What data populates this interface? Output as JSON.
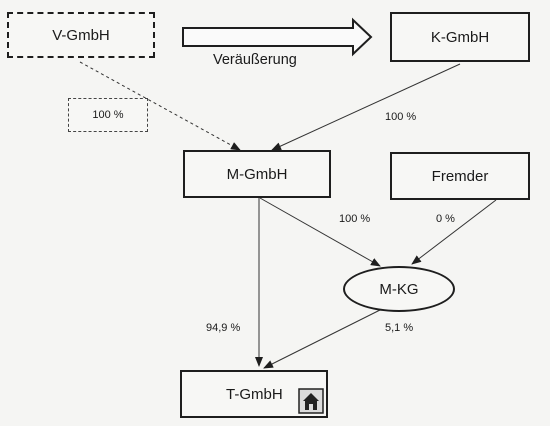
{
  "nodes": {
    "v_gmbh": "V-GmbH",
    "k_gmbh": "K-GmbH",
    "m_gmbh": "M-GmbH",
    "fremder": "Fremder",
    "m_kg": "M-KG",
    "t_gmbh": "T-GmbH"
  },
  "edges": {
    "sale_label": "Veräußerung",
    "v_to_m_share": "100 %",
    "k_to_m_share": "100 %",
    "m_to_mkg_share": "100 %",
    "fremder_to_mkg_share": "0 %",
    "m_to_t_share": "94,9 %",
    "mkg_to_t_share": "5,1 %"
  },
  "icons": {
    "t_gmbh_marker": "house-icon"
  }
}
